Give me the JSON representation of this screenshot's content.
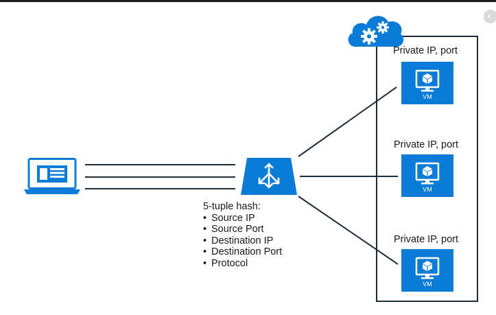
{
  "colors": {
    "accent": "#0a7bd7",
    "line": "#1c2b3a"
  },
  "icons": {
    "client": "laptop-icon",
    "load_balancer": "load-balancer-icon",
    "cloud": "cloud-gears-icon",
    "vm": "vm-monitor-icon",
    "scroll": "chevron-left-icon"
  },
  "backends": [
    {
      "label": "Private IP, port",
      "vm_label": "VM"
    },
    {
      "label": "Private IP, port",
      "vm_label": "VM"
    },
    {
      "label": "Private IP, port",
      "vm_label": "VM"
    }
  ],
  "hash": {
    "title": "5-tuple hash:",
    "items": [
      "Source IP",
      "Source Port",
      "Destination IP",
      "Destination Port",
      "Protocol"
    ]
  }
}
